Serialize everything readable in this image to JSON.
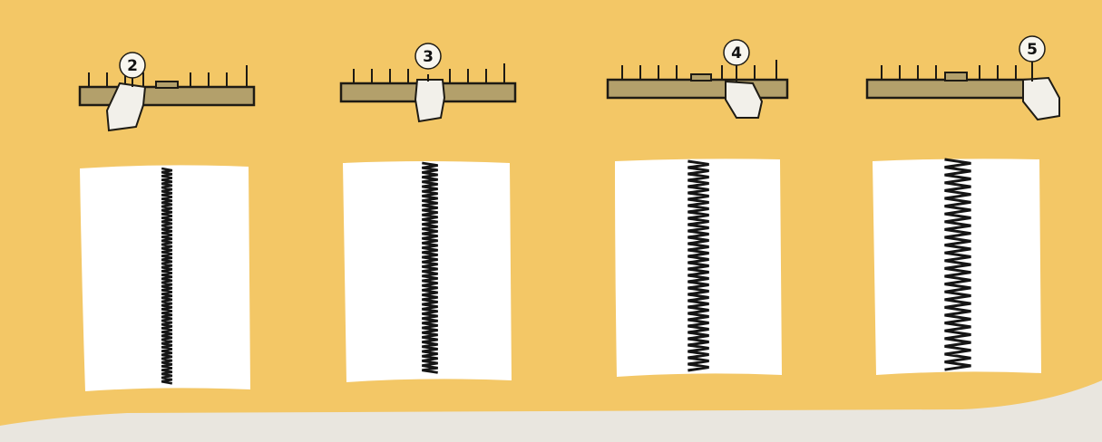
{
  "colors": {
    "page_background": "#f3c766",
    "border": "#e9e6df",
    "ruler_bar": "#b3a06b",
    "ruler_outline": "#1e1b14",
    "fabric": "#ffffff",
    "stitch": "#151515",
    "presser_foot": "#f2f0ea"
  },
  "panels": [
    {
      "setting_label": "2",
      "stitch_type": "zigzag",
      "stitch_width_setting": 2
    },
    {
      "setting_label": "3",
      "stitch_type": "zigzag",
      "stitch_width_setting": 3
    },
    {
      "setting_label": "4",
      "stitch_type": "zigzag",
      "stitch_width_setting": 4
    },
    {
      "setting_label": "5",
      "stitch_type": "zigzag",
      "stitch_width_setting": 5
    }
  ]
}
